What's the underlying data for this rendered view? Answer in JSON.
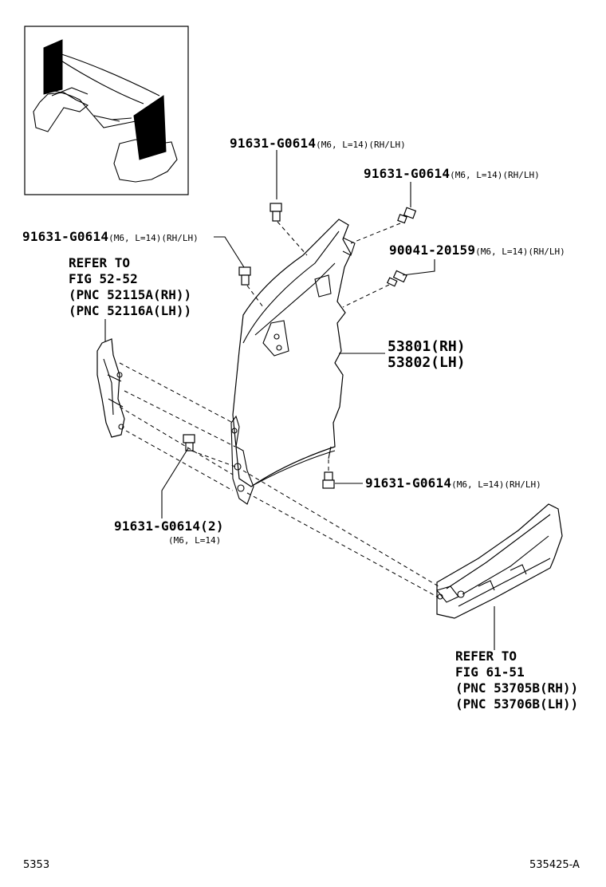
{
  "labels": {
    "bolt_top_mid": {
      "part": "91631-G0614",
      "spec": "(M6, L=14)(RH/LH)"
    },
    "bolt_top_right": {
      "part": "91631-G0614",
      "spec": "(M6, L=14)(RH/LH)"
    },
    "bolt_left": {
      "part": "91631-G0614",
      "spec": "(M6, L=14)(RH/LH)"
    },
    "screw_right": {
      "part": "90041-20159",
      "spec": "(M6, L=14)(RH/LH)"
    },
    "main_part": {
      "line1": "53801(RH)",
      "line2": "53802(LH)"
    },
    "bolt_bottom_right": {
      "part": "91631-G0614",
      "spec": "(M6, L=14)(RH/LH)"
    },
    "bolt_bottom_left": {
      "part": "91631-G0614(2)",
      "spec": "(M6, L=14)"
    },
    "refer_left": [
      "REFER TO",
      "FIG 52-52",
      "(PNC 52115A(RH))",
      "(PNC 52116A(LH))"
    ],
    "refer_right": [
      "REFER TO",
      "FIG 61-51",
      "(PNC 53705B(RH))",
      "(PNC 53706B(LH))"
    ]
  },
  "footer": {
    "left": "5353",
    "right": "535425-A"
  }
}
